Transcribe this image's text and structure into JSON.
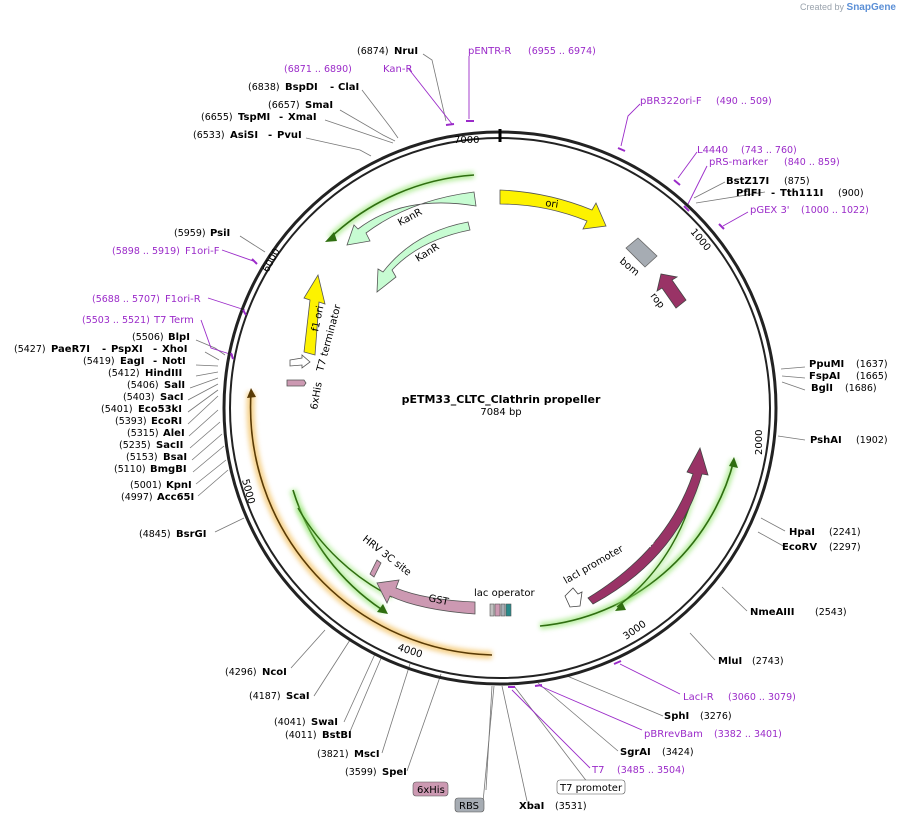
{
  "credit": {
    "prefix": "Created by",
    "brand": "SnapGene"
  },
  "map": {
    "name": "pETM33_CLTC_Clathrin propeller",
    "length": "7084 bp"
  },
  "ticks": [
    "1000",
    "2000",
    "3000",
    "4000",
    "5000",
    "6000",
    "7000"
  ],
  "sites": [
    {
      "pos": "(6874)",
      "name": "NruI"
    },
    {
      "pos": "(6838)",
      "name": "BspDI",
      "alt": "ClaI"
    },
    {
      "pos": "(6657)",
      "name": "SmaI"
    },
    {
      "pos": "(6655)",
      "name": "TspMI",
      "alt": "XmaI"
    },
    {
      "pos": "(6533)",
      "name": "AsiSI",
      "alt": "PvuI"
    },
    {
      "pos": "(5959)",
      "name": "PsiI"
    },
    {
      "pos": "(5506)",
      "name": "BlpI"
    },
    {
      "pos": "(5427)",
      "name": "PaeR7I",
      "mid": "PspXI",
      "alt": "XhoI"
    },
    {
      "pos": "(5419)",
      "name": "EagI",
      "alt": "NotI"
    },
    {
      "pos": "(5412)",
      "name": "HindIII"
    },
    {
      "pos": "(5406)",
      "name": "SalI"
    },
    {
      "pos": "(5403)",
      "name": "SacI"
    },
    {
      "pos": "(5401)",
      "name": "Eco53kI"
    },
    {
      "pos": "(5393)",
      "name": "EcoRI"
    },
    {
      "pos": "(5315)",
      "name": "AleI"
    },
    {
      "pos": "(5235)",
      "name": "SacII"
    },
    {
      "pos": "(5153)",
      "name": "BsaI"
    },
    {
      "pos": "(5110)",
      "name": "BmgBI"
    },
    {
      "pos": "(5001)",
      "name": "KpnI"
    },
    {
      "pos": "(4997)",
      "name": "Acc65I"
    },
    {
      "pos": "(4845)",
      "name": "BsrGI"
    },
    {
      "pos": "(4296)",
      "name": "NcoI"
    },
    {
      "pos": "(4187)",
      "name": "ScaI"
    },
    {
      "pos": "(4041)",
      "name": "SwaI"
    },
    {
      "pos": "(4011)",
      "name": "BstBI"
    },
    {
      "pos": "(3821)",
      "name": "MscI"
    },
    {
      "pos": "(3599)",
      "name": "SpeI"
    },
    {
      "pos": "(3531)",
      "name": "XbaI"
    },
    {
      "pos": "(875)",
      "name": "BstZ17I"
    },
    {
      "pos": "(900)",
      "name": "PflFI",
      "alt": "Tth111I"
    },
    {
      "pos": "(1637)",
      "name": "PpuMI"
    },
    {
      "pos": "(1665)",
      "name": "FspAI"
    },
    {
      "pos": "(1686)",
      "name": "BglI"
    },
    {
      "pos": "(1902)",
      "name": "PshAI"
    },
    {
      "pos": "(2241)",
      "name": "HpaI"
    },
    {
      "pos": "(2297)",
      "name": "EcoRV"
    },
    {
      "pos": "(2543)",
      "name": "NmeAIII"
    },
    {
      "pos": "(2743)",
      "name": "MluI"
    },
    {
      "pos": "(3276)",
      "name": "SphI"
    },
    {
      "pos": "(3424)",
      "name": "SgrAI"
    }
  ],
  "primers": [
    {
      "name": "pENTR-R",
      "range": "(6955 .. 6974)"
    },
    {
      "name": "Kan-R",
      "range": "(6871 .. 6890)"
    },
    {
      "name": "pBR322ori-F",
      "range": "(490 .. 509)"
    },
    {
      "name": "L4440",
      "range": "(743 .. 760)"
    },
    {
      "name": "pRS-marker",
      "range": "(840 .. 859)"
    },
    {
      "name": "pGEX 3'",
      "range": "(1000 .. 1022)"
    },
    {
      "name": "F1ori-F",
      "range": "(5898 .. 5919)"
    },
    {
      "name": "F1ori-R",
      "range": "(5688 .. 5707)"
    },
    {
      "name": "T7 Term",
      "range": "(5503 .. 5521)"
    },
    {
      "name": "LacI-R",
      "range": "(3060 .. 3079)"
    },
    {
      "name": "pBRrevBam",
      "range": "(3382 .. 3401)"
    },
    {
      "name": "T7",
      "range": "(3485 .. 3504)"
    }
  ],
  "boxed": {
    "his": "6xHis",
    "rbs": "RBS",
    "t7p": "T7 promoter"
  },
  "features": {
    "ori": "ori",
    "bom": "bom",
    "rop": "rop",
    "kanr1": "KanR",
    "kanr2": "KanR",
    "f1ori": "f1 ori",
    "t7term": "T7 terminator",
    "his6": "6xHis",
    "laci": "lacI",
    "lacprom": "lacI promoter",
    "lacop": "lac operator",
    "gst": "GST",
    "hrv": "HRV 3C site"
  },
  "colors": {
    "ori": "#fdf200",
    "bom": "#a6acb3",
    "rop": "#993366",
    "kanr": "#c7fcd2",
    "f1ori": "#fdf200",
    "laci": "#993366",
    "gst": "#cc99b2",
    "orf_green": "#4a9a1e",
    "orf_orange": "#e0a030",
    "primer": "#9b2bc9",
    "his": "#cc99b2"
  }
}
